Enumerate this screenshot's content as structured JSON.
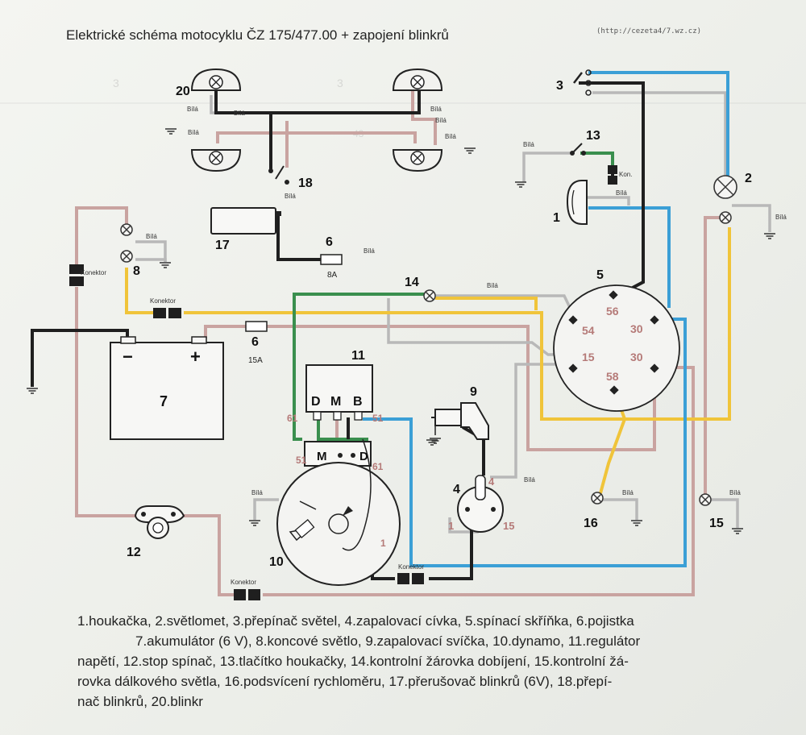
{
  "title": "Elektrické schéma motocyklu ČZ 175/477.00 + zapojení blinkrů",
  "url": "(http://cezeta4/7.wz.cz)",
  "colors": {
    "black": "#1f1f1f",
    "blue": "#3b9fd6",
    "yellow": "#f0c43a",
    "pink": "#c9a3a0",
    "grey": "#b8b8b8",
    "green": "#3a8f4e",
    "terminal": "#b57a78"
  },
  "components": {
    "c1": "1",
    "c2": "2",
    "c3": "3",
    "c4": "4",
    "c5": "5",
    "c6a": "6",
    "c6b": "6",
    "c7": "7",
    "c8": "8",
    "c9": "9",
    "c10": "10",
    "c11": "11",
    "c12": "12",
    "c13": "13",
    "c14": "14",
    "c15": "15",
    "c16": "16",
    "c17": "17",
    "c18": "18",
    "c20": "20",
    "fuse_8a": "8A",
    "fuse_15a": "15A"
  },
  "battery": {
    "minus": "−",
    "plus": "+"
  },
  "switch_box": {
    "t56": "56",
    "t54": "54",
    "t30a": "30",
    "t15": "15",
    "t30b": "30",
    "t58": "58"
  },
  "regulator": {
    "d": "D",
    "m": "M",
    "b": "B",
    "t61": "61",
    "t51": "51"
  },
  "dynamo": {
    "m": "M",
    "d": "D",
    "t51": "51",
    "t61": "61",
    "t1": "1"
  },
  "coil": {
    "t1": "1",
    "t15": "15",
    "t4": "4"
  },
  "labels": {
    "bila": "Bílá",
    "konektor": "Konektor",
    "kon": "Kon.",
    "s3a": "3",
    "s3b": "3",
    "s43": "43"
  },
  "legend": {
    "line1": "1.houkačka, 2.světlomet, 3.přepínač světel, 4.zapalovací cívka, 5.spínací skříňka, 6.pojistka",
    "line2": "7.akumulátor (6 V), 8.koncové světlo, 9.zapalovací svíčka, 10.dynamo, 11.regulátor",
    "line3": "napětí, 12.stop spínač, 13.tlačítko houkačky, 14.kontrolní žárovka dobíjení, 15.kontrolní žá-",
    "line4": "rovka dálkového světla, 16.podsvícení rychloměru, 17.přerušovač blinkrů (6V), 18.přepí-",
    "line5": "nač blinkrů,  20.blinkr"
  }
}
